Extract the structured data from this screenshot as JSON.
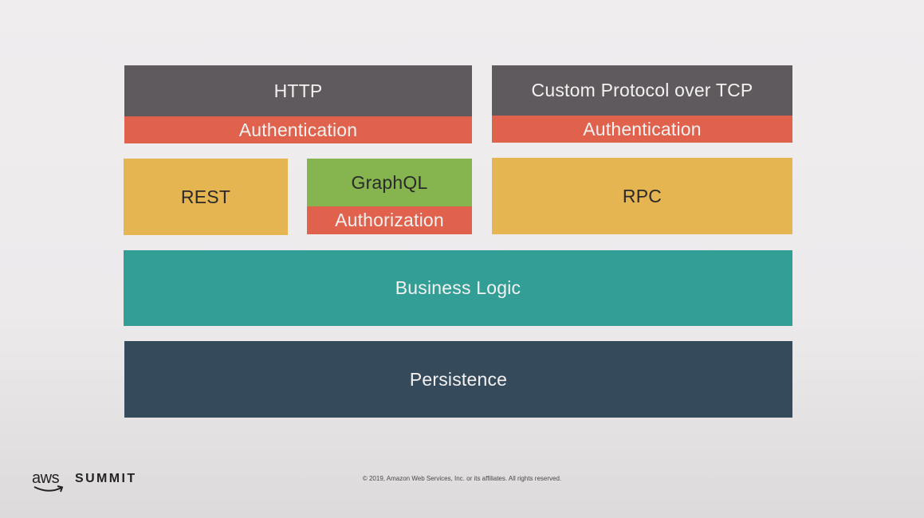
{
  "diagram": {
    "http": "HTTP",
    "http_auth": "Authentication",
    "tcp": "Custom Protocol over TCP",
    "tcp_auth": "Authentication",
    "rest": "REST",
    "graphql": "GraphQL",
    "graphql_authz": "Authorization",
    "rpc": "RPC",
    "business_logic": "Business Logic",
    "persistence": "Persistence"
  },
  "footer": {
    "logo_aws": "aws",
    "logo_summit": "SUMMIT",
    "copyright": "© 2019, Amazon Web Services, Inc. or its affiliates. All rights reserved."
  },
  "colors": {
    "protocol": "#5e5a5d",
    "auth": "#e0624d",
    "api": "#e5b551",
    "graphql": "#86b44f",
    "business_logic": "#339e96",
    "persistence": "#354b5c"
  }
}
